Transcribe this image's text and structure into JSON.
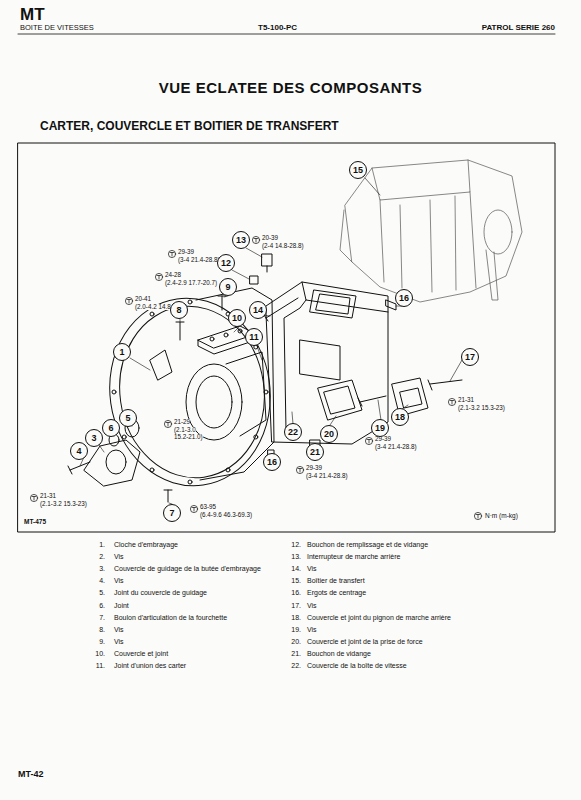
{
  "diagram": {
    "title": "VUE ECLATEE DES COMPOSANTS",
    "nodes": [
      {
        "text": [
          "15"
        ]
      },
      {
        "text": [
          "13"
        ]
      },
      {
        "text": [
          "12"
        ]
      },
      {
        "text": [
          "9"
        ]
      },
      {
        "text": [
          "8"
        ]
      },
      {
        "text": [
          "14"
        ]
      },
      {
        "text": [
          "10"
        ]
      },
      {
        "text": [
          "16"
        ]
      },
      {
        "text": [
          "1"
        ]
      },
      {
        "text": [
          "11"
        ]
      },
      {
        "text": [
          "17"
        ]
      },
      {
        "text": [
          "5"
        ]
      },
      {
        "text": [
          "6"
        ]
      },
      {
        "text": [
          "18"
        ]
      },
      {
        "text": [
          "19"
        ]
      },
      {
        "text": [
          "3"
        ]
      },
      {
        "text": [
          "22"
        ]
      },
      {
        "text": [
          "20"
        ]
      },
      {
        "text": [
          "4"
        ]
      },
      {
        "text": [
          "21"
        ]
      },
      {
        "text": [
          "16"
        ]
      },
      {
        "text": [
          "7"
        ]
      }
    ],
    "labels": [
      "MT",
      "BOITE DE VITESSES",
      "T5-100-PC",
      "PATROL SERIE 260",
      "CARTER, COUVERCLE ET BOITIER DE TRANSFERT",
      "29-39",
      "(3-4 21.4-28.8)",
      "24-28",
      "(2.4-2.9 17.7-20.7)",
      "20-39",
      "(2-4 14.8-28.8)",
      "20-41",
      "(2.0-4.2 14.8-30.2)",
      "21-29",
      "(2.1-3.0",
      "15.2-21.0)",
      "63-95",
      "(6.4-9.6 46.3-69.3)",
      "21-31",
      "(2.1-3.2 15.3-23)",
      "29-39",
      "(3-4 21.4-28.8)",
      "29-39",
      "(3-4 21.4-28.8)",
      "21-31",
      "(2.1-3.2 15.3-23)",
      "MT-475",
      "1.",
      "Cloche d'embrayage",
      "2.",
      "Vis",
      "3.",
      "Couvercle de guidage de la butée d'embrayage",
      "4.",
      "Vis",
      "5.",
      "Joint du couvercle de guidage",
      "6.",
      "Joint",
      "7.",
      "Boulon d'articulation de la fourchette",
      "8.",
      "Vis",
      "9.",
      "Vis",
      "10.",
      "Couvercle et joint",
      "11.",
      "Joint d'union des carter",
      "12.",
      "Bouchon de remplissage et de vidange",
      "13.",
      "Interrupteur de marche arrière",
      "14.",
      "Vis",
      "15.",
      "Boîtier de transfert",
      "16.",
      "Ergots de centrage",
      "17.",
      "Vis",
      "18.",
      "Couvercle et joint du pignon de marche arrière",
      "19.",
      "Vis",
      "20.",
      "Couvercle et joint de la prise de force",
      "21.",
      "Bouchon de vidange",
      "22.",
      "Couvercle de la boîte de vitesse",
      "MT-42"
    ],
    "legend": [
      {
        "text": "N·m (m-kg)"
      }
    ]
  }
}
